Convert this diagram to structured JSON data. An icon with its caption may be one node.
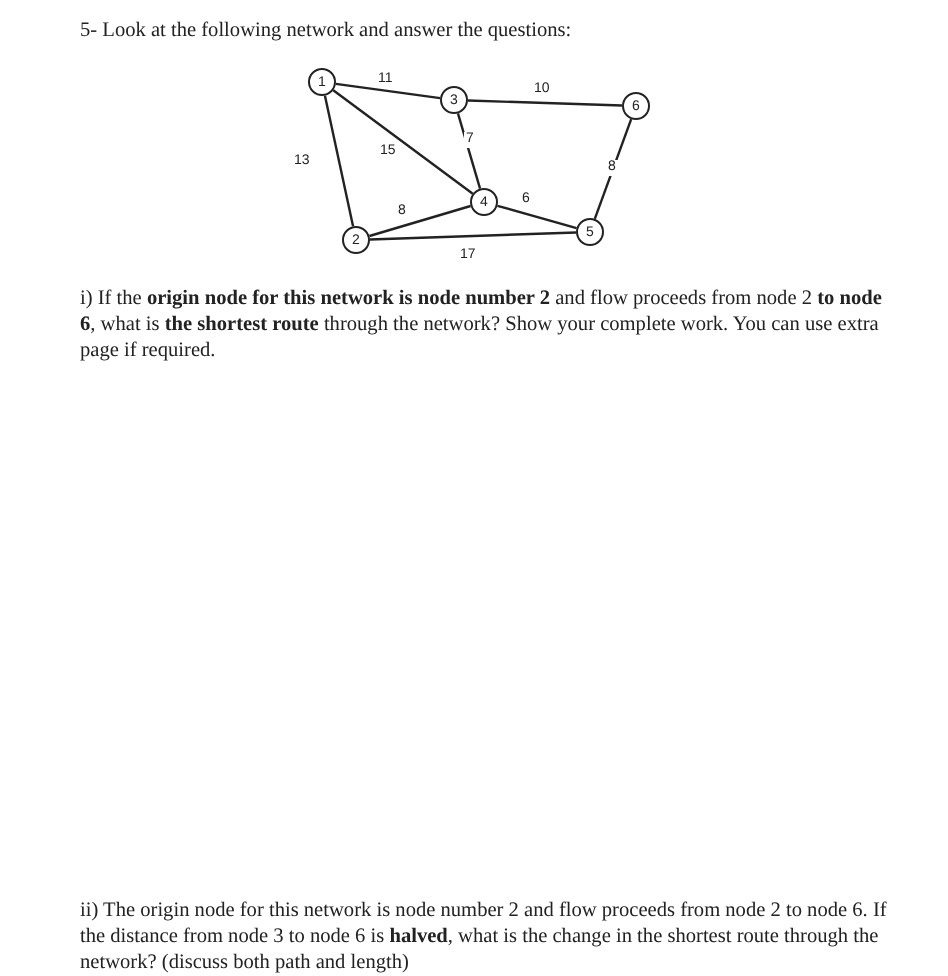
{
  "diagram": {
    "title": "5- Look at the following network and answer the questions:",
    "nodes": [
      {
        "text": [
          "1"
        ]
      },
      {
        "text": [
          "3"
        ]
      },
      {
        "text": [
          "6"
        ]
      },
      {
        "text": [
          "4"
        ]
      },
      {
        "text": [
          "5"
        ]
      },
      {
        "text": [
          "2"
        ]
      }
    ],
    "edges": [
      {
        "from": 0,
        "to": 1,
        "arrow": "none",
        "label": "11"
      },
      {
        "from": 1,
        "to": 2,
        "arrow": "none",
        "label": "10"
      },
      {
        "from": 0,
        "to": 5,
        "arrow": "none",
        "label": "13"
      },
      {
        "from": 0,
        "to": 3,
        "arrow": "none",
        "label": "15"
      },
      {
        "from": 1,
        "to": 3,
        "arrow": "none",
        "label": "7"
      },
      {
        "from": 2,
        "to": 4,
        "arrow": "none",
        "label": "8"
      },
      {
        "from": 5,
        "to": 3,
        "arrow": "none",
        "label": "8"
      },
      {
        "from": 3,
        "to": 4,
        "arrow": "none",
        "label": "6"
      },
      {
        "from": 5,
        "to": 4,
        "arrow": "none",
        "label": "17"
      }
    ],
    "labels": [
      "i) If the **origin node for this network is node number 2** and flow proceeds from node 2 **to node 6**, what is **the shortest route** through the network? Show your complete work. You can use extra page if required.",
      "ii) The origin node for this network is node number 2 and flow proceeds from node 2 to node 6. If the distance from node 3 to node 6 is **halved**, what is the change in the shortest route through the network? (discuss both path and length)"
    ]
  }
}
